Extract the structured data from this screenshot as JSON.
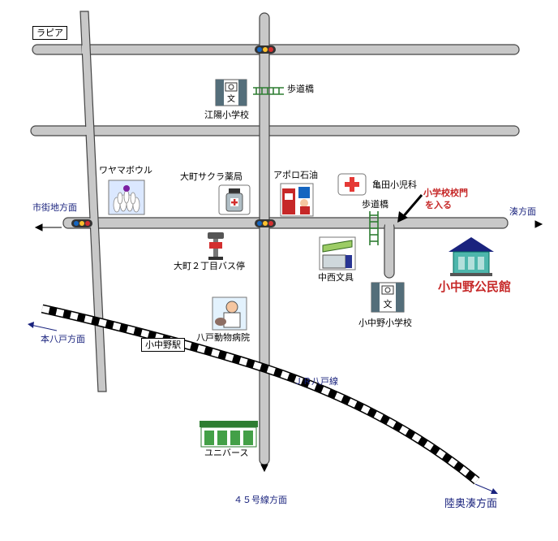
{
  "labels": {
    "rapia": "ラピア",
    "footbridge_top": "歩道橋",
    "koyo_school": "江陽小学校",
    "wayama_bowl": "ワヤマボウル",
    "sakura_pharmacy": "大町サクラ薬局",
    "apollo_oil": "アポロ石油",
    "kameda_pediatrics": "亀田小児科",
    "footbridge_mid": "歩道橋",
    "gate_line1": "小学校校門",
    "gate_line2": "を入る",
    "to_city": "市街地方面",
    "to_minato": "湊方面",
    "bus_stop": "大町２丁目バス停",
    "nakanishi": "中西文具",
    "community_hall": "小中野公民館",
    "konakano_school": "小中野小学校",
    "to_honhachinohe": "本八戸方面",
    "konakano_station": "小中野駅",
    "animal_hospital": "八戸動物病院",
    "jr_line": "ＪＲ八戸線",
    "universe": "ユニバース",
    "route45": "４５号線方面",
    "to_mutsuminato": "陸奥湊方面"
  },
  "colors": {
    "road": "#c8c8c8",
    "road_edge": "#444444",
    "railway": "#000000",
    "accent_red": "#c62828",
    "accent_blue": "#1a237e",
    "footbridge": "#2e7d32"
  },
  "icons": {
    "school": "school-building-icon",
    "bowling": "bowling-pins-icon",
    "pharmacy": "medicine-bottle-icon",
    "gas_station": "gas-station-icon",
    "clinic": "red-cross-icon",
    "bus": "bus-stop-icon",
    "stationery": "stationery-shop-icon",
    "hall": "community-hall-icon",
    "vet": "veterinarian-icon",
    "supermarket": "supermarket-icon",
    "traffic_light": "traffic-light-icon",
    "footbridge": "footbridge-icon",
    "arrow": "direction-arrow-icon"
  }
}
